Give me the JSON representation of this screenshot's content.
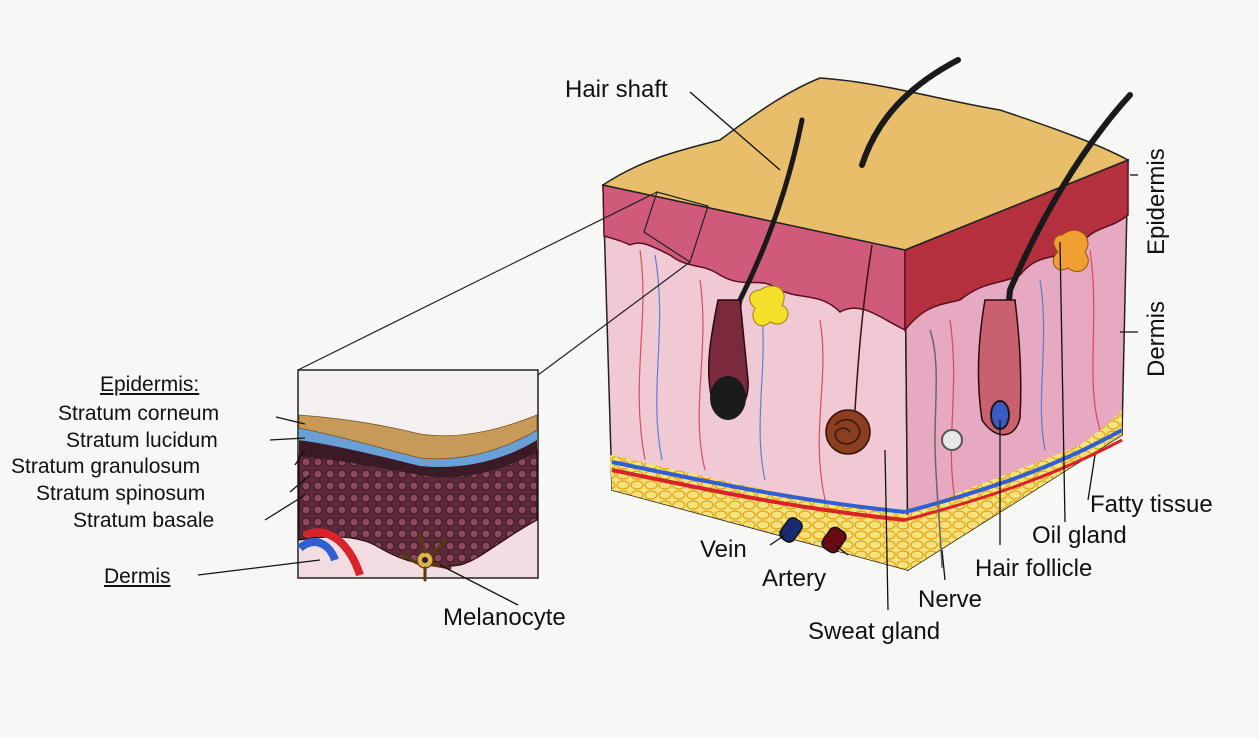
{
  "labels": {
    "hair_shaft": "Hair shaft",
    "epidermis_side": "Epidermis",
    "dermis_side": "Dermis",
    "fatty_tissue": "Fatty tissue",
    "oil_gland": "Oil gland",
    "hair_follicle": "Hair follicle",
    "nerve": "Nerve",
    "sweat_gland": "Sweat gland",
    "artery": "Artery",
    "vein": "Vein",
    "melanocyte": "Melanocyte",
    "inset_dermis": "Dermis",
    "inset_epidermis_heading": "Epidermis:",
    "stratum_corneum": "Stratum corneum",
    "stratum_lucidum": "Stratum lucidum",
    "stratum_granulosum": "Stratum granulosum",
    "stratum_spinosum": "Stratum spinosum",
    "stratum_basale": "Stratum basale"
  },
  "colors": {
    "top_surface": "#e9be6a",
    "epidermis_layer": "#b5303e",
    "dermis": "#f0c9d4",
    "dermis_right": "#e7a9c2",
    "fat": "#f2d23a",
    "vessel_blue": "#2f5fd0",
    "vessel_red": "#d8232a",
    "hair": "#1a1a1a"
  }
}
